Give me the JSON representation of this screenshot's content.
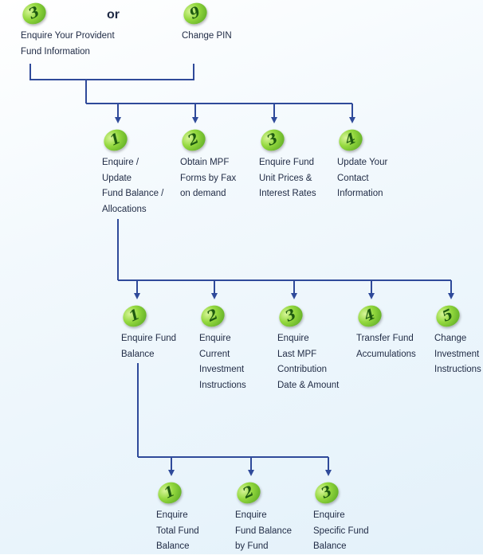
{
  "top": {
    "or_text": "or",
    "items": [
      {
        "number": "3",
        "label": "Enquire Your Provident\nFund Information"
      },
      {
        "number": "9",
        "label": "Change PIN"
      }
    ]
  },
  "level1": [
    {
      "number": "1",
      "label": "Enquire /\nUpdate\nFund Balance /\nAllocations"
    },
    {
      "number": "2",
      "label": "Obtain MPF\nForms by Fax\non demand"
    },
    {
      "number": "3",
      "label": "Enquire Fund\nUnit Prices &\nInterest Rates"
    },
    {
      "number": "4",
      "label": "Update Your\nContact\nInformation"
    }
  ],
  "level2": [
    {
      "number": "1",
      "label": "Enquire Fund\nBalance"
    },
    {
      "number": "2",
      "label": "Enquire\nCurrent\nInvestment\nInstructions"
    },
    {
      "number": "3",
      "label": "Enquire\nLast MPF\nContribution\nDate & Amount"
    },
    {
      "number": "4",
      "label": "Transfer Fund\nAccumulations"
    },
    {
      "number": "5",
      "label": "Change\nInvestment\nInstructions"
    }
  ],
  "level3": [
    {
      "number": "1",
      "label": "Enquire\nTotal Fund\nBalance"
    },
    {
      "number": "2",
      "label": "Enquire\nFund Balance\nby Fund"
    },
    {
      "number": "3",
      "label": "Enquire\nSpecific Fund\nBalance"
    }
  ],
  "colors": {
    "connector": "#2f4a9a",
    "badge_green": "#7cc62c",
    "text": "#1f2a44"
  }
}
